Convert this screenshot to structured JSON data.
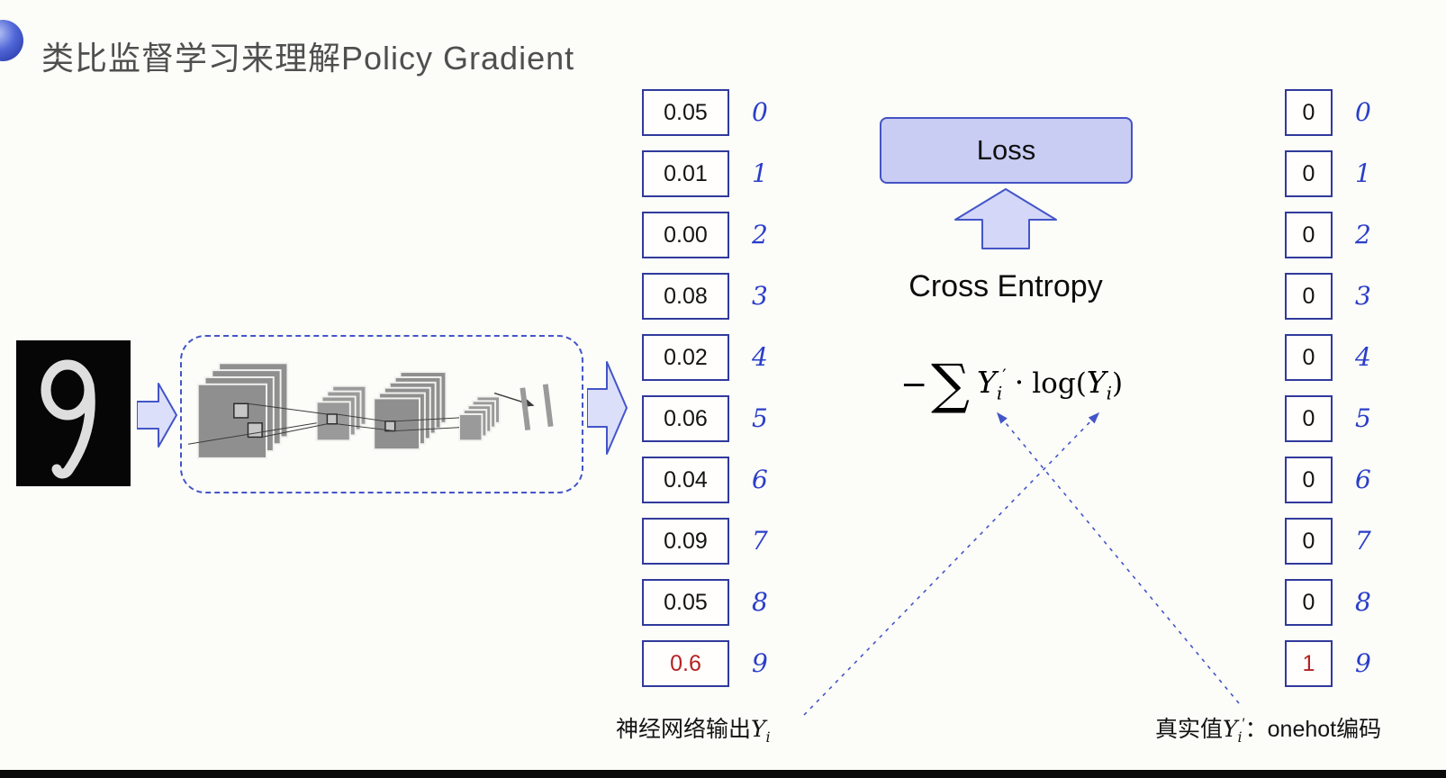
{
  "page": {
    "title": "类比监督学习来理解Policy Gradient"
  },
  "input_image": {
    "digit": "9"
  },
  "network_output": {
    "values": [
      "0.05",
      "0.01",
      "0.00",
      "0.08",
      "0.02",
      "0.06",
      "0.04",
      "0.09",
      "0.05",
      "0.6"
    ],
    "digit_labels": [
      "0",
      "1",
      "2",
      "3",
      "4",
      "5",
      "6",
      "7",
      "8",
      "9"
    ],
    "highlight_index": 9,
    "highlight_color": "#b42222",
    "caption": {
      "text": "神经网络输出",
      "var": "Y",
      "sub": "i"
    }
  },
  "ground_truth": {
    "values": [
      "0",
      "0",
      "0",
      "0",
      "0",
      "0",
      "0",
      "0",
      "0",
      "1"
    ],
    "digit_labels": [
      "0",
      "1",
      "2",
      "3",
      "4",
      "5",
      "6",
      "7",
      "8",
      "9"
    ],
    "highlight_index": 9,
    "highlight_color": "#b42222",
    "caption": {
      "text": "真实值",
      "var": "Y",
      "sub": "i",
      "prime": "′",
      "suffix": "：onehot编码"
    }
  },
  "loss_block": {
    "box_label": "Loss",
    "method": "Cross Entropy",
    "formula": {
      "minus": "−",
      "sum": "∑",
      "var1": "Y",
      "sub1": "i",
      "prime": "′",
      "dot": "·",
      "log_open": "log(",
      "var2": "Y",
      "sub2": "i",
      "close": ")"
    }
  },
  "colors": {
    "box_border": "#303a9c",
    "handwriting_ink": "#2a3ec9",
    "highlight": "#b42222",
    "loss_fill": "#c9cdf3",
    "loss_border": "#4553c4",
    "arrow_fill": "#dcdff9",
    "arrow_border": "#4355c8",
    "dashed_line": "#4355c8"
  }
}
